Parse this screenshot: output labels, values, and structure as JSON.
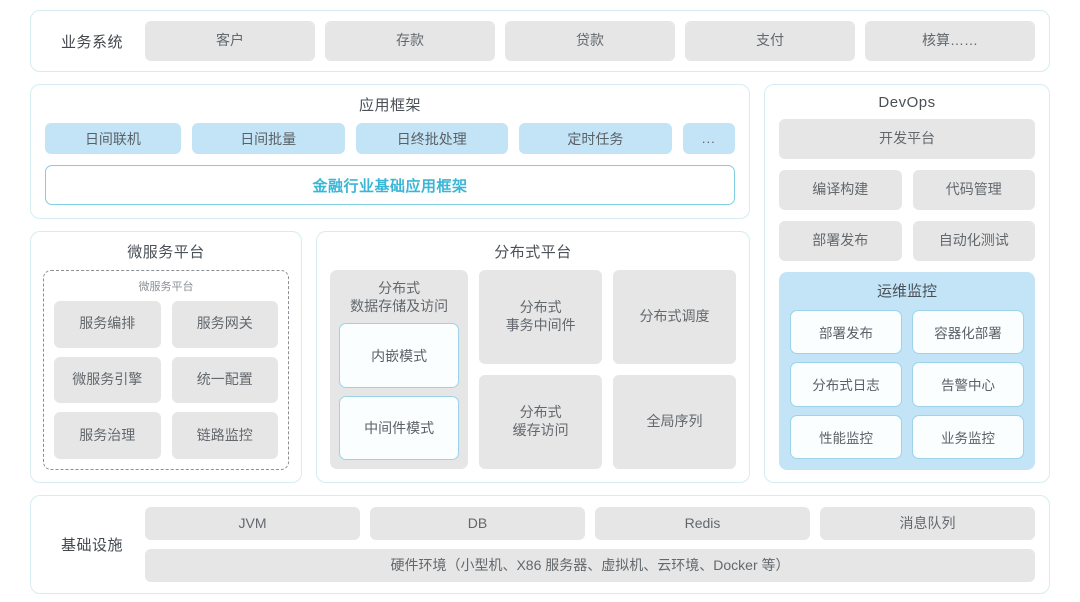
{
  "business_systems": {
    "label": "业务系统",
    "items": [
      "客户",
      "存款",
      "贷款",
      "支付",
      "核算……"
    ]
  },
  "app_framework": {
    "title": "应用框架",
    "pills": [
      "日间联机",
      "日间批量",
      "日终批处理",
      "定时任务",
      "..."
    ],
    "banner": "金融行业基础应用框架"
  },
  "microservice": {
    "title": "微服务平台",
    "subtitle": "微服务平台",
    "items": [
      "服务编排",
      "服务网关",
      "微服务引擎",
      "统一配置",
      "服务治理",
      "链路监控"
    ]
  },
  "distributed": {
    "title": "分布式平台",
    "storage": {
      "title": "分布式\n数据存储及访问",
      "title_line1": "分布式",
      "title_line2": "数据存储及访问",
      "modes": [
        "内嵌模式",
        "中间件模式"
      ]
    },
    "cells": [
      "分布式\n事务中间件",
      "分布式调度",
      "分布式\n缓存访问",
      "全局序列"
    ]
  },
  "devops": {
    "title": "DevOps",
    "wide_item": "开发平台",
    "pairs": [
      [
        "编译构建",
        "代码管理"
      ],
      [
        "部署发布",
        "自动化测试"
      ]
    ],
    "ops": {
      "title": "运维监控",
      "items": [
        "部署发布",
        "容器化部署",
        "分布式日志",
        "告警中心",
        "性能监控",
        "业务监控"
      ]
    }
  },
  "infrastructure": {
    "label": "基础设施",
    "items": [
      "JVM",
      "DB",
      "Redis",
      "消息队列"
    ],
    "hardware": "硬件环境（小型机、X86 服务器、虚拟机、云环境、Docker 等）"
  },
  "colors": {
    "panel_border": "#d6ecf2",
    "grey_fill": "#e6e6e6",
    "blue_fill": "#c3e4f7",
    "accent_text": "#3bb6d6",
    "outline_blue": "#9cd3ea"
  }
}
